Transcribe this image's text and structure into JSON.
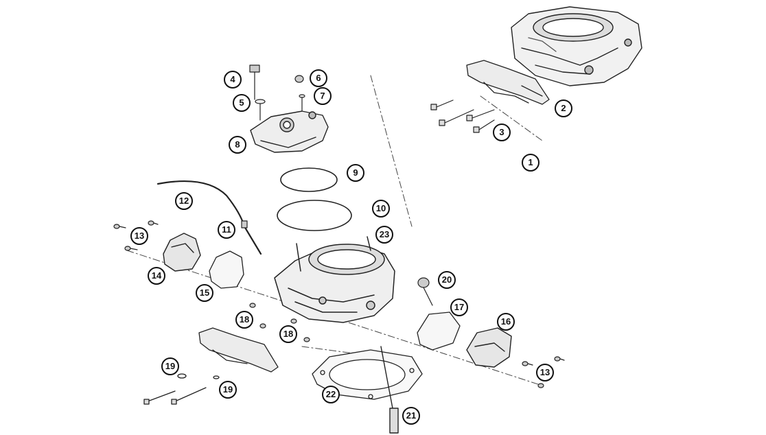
{
  "diagram": {
    "callouts": [
      "1",
      "2",
      "3",
      "4",
      "5",
      "6",
      "7",
      "8",
      "9",
      "10",
      "11",
      "12",
      "13",
      "13",
      "14",
      "15",
      "16",
      "17",
      "18",
      "18",
      "19",
      "19",
      "20",
      "21",
      "22",
      "23"
    ]
  }
}
